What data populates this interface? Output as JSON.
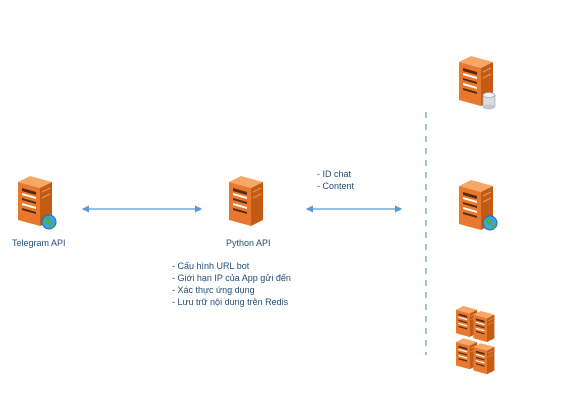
{
  "colors": {
    "accent": "#5b9bd5",
    "server_body": "#e8782e",
    "server_side": "#c45b14",
    "server_top": "#f7a866",
    "text": "#1f4e79"
  },
  "nodes": {
    "telegram": {
      "label": "Telegram API",
      "icon": "server-globe-icon"
    },
    "python": {
      "label": "Python API",
      "icon": "server-icon"
    },
    "db_server": {
      "icon": "server-database-icon"
    },
    "web_server": {
      "icon": "server-globe-icon"
    },
    "server_cluster": {
      "icon": "server-cluster-icon"
    }
  },
  "python_notes": [
    "- Cấu hình URL bot",
    "- Giới hạn IP của App gửi đến",
    "- Xác thực ứng dụng",
    "- Lưu trữ nội dung trên Redis"
  ],
  "message_fields": [
    "- ID chat",
    "- Content"
  ]
}
